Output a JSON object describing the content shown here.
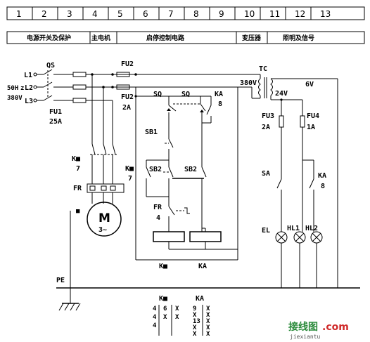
{
  "header": {
    "columns": [
      "1",
      "2",
      "3",
      "4",
      "5",
      "6",
      "7",
      "8",
      "9",
      "10",
      "11",
      "12",
      "13"
    ],
    "sections": [
      "电源开关及保护",
      "主电机",
      "启停控制电路",
      "变压器",
      "照明及信号"
    ]
  },
  "labels": {
    "qs": "QS",
    "l1": "L1",
    "l2": "L2",
    "l3": "L3",
    "freq": "50H",
    "z": "z",
    "v380": "380V",
    "fu1": "FU1",
    "fu1_rating": "25A",
    "fu2_top": "FU2",
    "fu2": "FU2",
    "fu2_rating": "2A",
    "km_main": "K■",
    "km_main_col": "7",
    "fr": "FR",
    "motor_mark": "■",
    "motor_m": "M",
    "motor_phase": "3~",
    "sq1": "SQ",
    "sq2": "SQ",
    "ka": "KA",
    "ka_col": "8",
    "sb1": "SB1",
    "km_aux": "K■",
    "km_aux_col": "7",
    "sb2_a": "SB2",
    "sb2_b": "SB2",
    "fr2": "FR",
    "fr2_col": "4",
    "coil_km": "K■",
    "coil_ka": "KA",
    "pe": "PE",
    "tc": "TC",
    "tc_in": "380V",
    "tc_out": "24V",
    "v6": "6V",
    "fu3": "FU3",
    "fu3_rating": "2A",
    "fu4": "FU4",
    "fu4_rating": "1A",
    "sa": "SA",
    "ka2": "KA",
    "ka2_col": "8",
    "el": "EL",
    "hl1": "HL1",
    "hl2": "HL2",
    "table_km": "K■",
    "table_ka": "KA",
    "km_c1": [
      "4",
      "4",
      "4"
    ],
    "km_c2": [
      "6",
      "X"
    ],
    "km_c3": [
      "X",
      "X"
    ],
    "ka_c1": [
      "9",
      "X",
      "13",
      "X",
      "X"
    ],
    "ka_c2": [
      "X",
      "X",
      "X",
      "X",
      "X"
    ]
  },
  "watermark": {
    "text1": "接线图",
    "text2": ".com",
    "url": "jiexiantu"
  }
}
